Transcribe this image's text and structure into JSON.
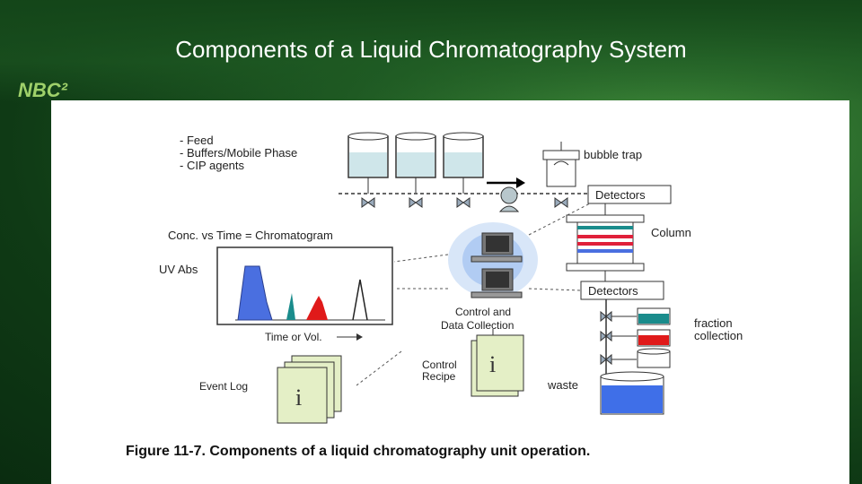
{
  "slide": {
    "title": "Components of a Liquid Chromatography System",
    "logo_text": "NBC²"
  },
  "diagram": {
    "feed_list": [
      "- Feed",
      "- Buffers/Mobile Phase",
      "- CIP agents"
    ],
    "bubble_trap_label": "bubble trap",
    "detectors_top_label": "Detectors",
    "column_label": "Column",
    "detectors_bottom_label": "Detectors",
    "chromatogram_title": "Conc. vs Time = Chromatogram",
    "uv_abs_label": "UV Abs",
    "time_axis_label": "Time or Vol.",
    "control_label_line1": "Control and",
    "control_label_line2": "Data Collection",
    "fraction_label_line1": "fraction",
    "fraction_label_line2": "collection",
    "control_recipe_line1": "Control",
    "control_recipe_line2": "Recipe",
    "event_log_label": "Event Log",
    "waste_label": "waste"
  },
  "caption": "Figure 11-7. Components of a liquid chromatography unit operation.",
  "colors": {
    "liquid": "#cfe6ea",
    "peak_blue": "#4a6fe0",
    "peak_teal": "#1a8c8c",
    "peak_red": "#e01a1a",
    "column_red": "#e0203a",
    "column_teal": "#1a8c8c",
    "waste_blue": "#3f6fe8"
  }
}
